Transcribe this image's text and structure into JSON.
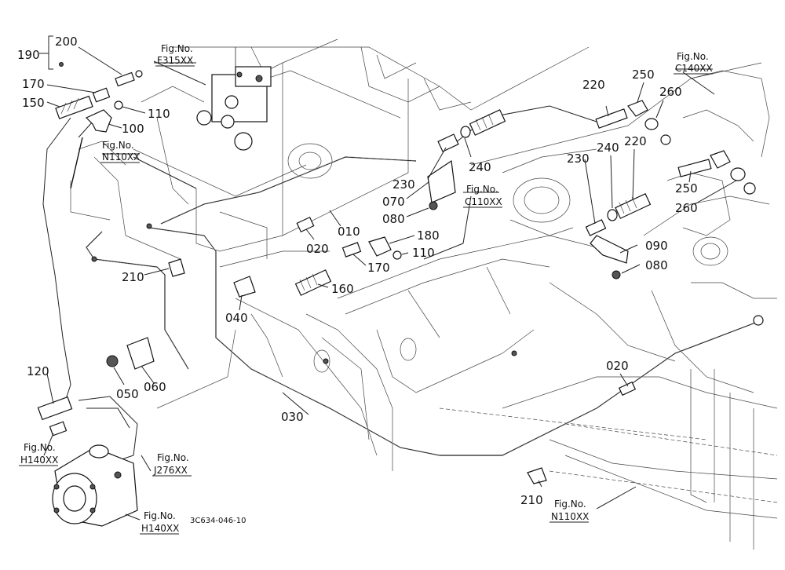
{
  "callouts": {
    "c190": "190",
    "c200": "200",
    "c170a": "170",
    "c150": "150",
    "c110a": "110",
    "c100": "100",
    "c220a": "220",
    "c250a": "250",
    "c260a": "260",
    "c230a": "230",
    "c240a": "240",
    "c220b": "220",
    "c230b": "230",
    "c240b": "240",
    "c250b": "250",
    "c260b": "260",
    "c070": "070",
    "c080a": "080",
    "c010": "010",
    "c020a": "020",
    "c180": "180",
    "c110b": "110",
    "c170b": "170",
    "c090": "090",
    "c080b": "080",
    "c210a": "210",
    "c160": "160",
    "c040": "040",
    "c050": "050",
    "c060": "060",
    "c120": "120",
    "c030": "030",
    "c020b": "020",
    "c210b": "210"
  },
  "fig_refs": {
    "f315_label": "Fig.No.",
    "f315_code": "F315XX",
    "n110a_label": "Fig.No.",
    "n110a_code": "N110XX",
    "c140_label": "Fig.No.",
    "c140_code": "C140XX",
    "c110_label": "Fig.No.",
    "c110_code": "C110XX",
    "h140a_label": "Fig.No.",
    "h140a_code": "H140XX",
    "j276_label": "Fig.No.",
    "j276_code": "J276XX",
    "h140b_label": "Fig.No.",
    "h140b_code": "H140XX",
    "n110b_label": "Fig.No.",
    "n110b_code": "N110XX"
  },
  "drawing_code": "3C634-046-10"
}
